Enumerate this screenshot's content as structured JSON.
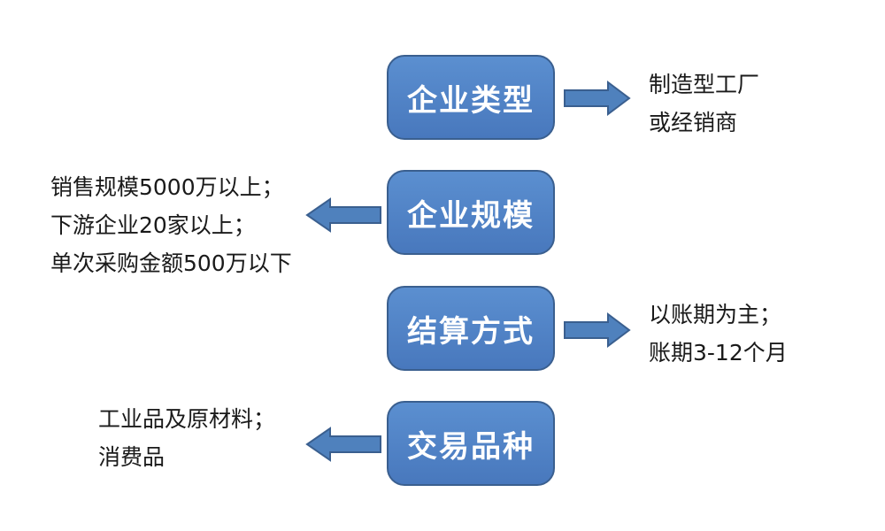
{
  "boxes": [
    {
      "label": "企业类型"
    },
    {
      "label": "企业规模"
    },
    {
      "label": "结算方式"
    },
    {
      "label": "交易品种"
    }
  ],
  "notes": {
    "type": [
      "制造型工厂",
      "或经销商"
    ],
    "scale": [
      "销售规模5000万以上；",
      "下游企业20家以上；",
      "单次采购金额500万以下"
    ],
    "settlement": [
      "以账期为主；",
      "账期3-12个月"
    ],
    "goods": [
      "工业品及原材料；",
      "消费品"
    ]
  },
  "colors": {
    "box_fill": "#4f81bd",
    "box_border": "#3a5f8f",
    "arrow_fill": "#4f81bd",
    "text": "#1a1a1a"
  }
}
